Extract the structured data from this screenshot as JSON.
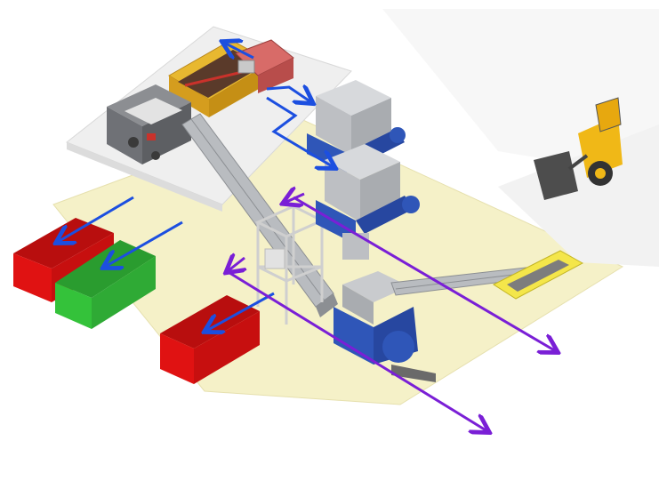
{
  "diagram": {
    "kind": "isometric recycling plant flow",
    "components": [
      {
        "name": "feed-hopper-truck",
        "color": "#e8b830"
      },
      {
        "name": "primary-sorter",
        "color": "#6f7176"
      },
      {
        "name": "inclined-conveyor",
        "color": "#a9acb0"
      },
      {
        "name": "twin-shaft-shredder-upper",
        "color": "#2f56b8"
      },
      {
        "name": "twin-shaft-shredder-lower",
        "color": "#2f56b8"
      },
      {
        "name": "granulator",
        "color": "#2f56b8"
      },
      {
        "name": "outfeed-conveyor",
        "color": "#a9acb0"
      },
      {
        "name": "pit-feeder",
        "color": "#f4e64a"
      },
      {
        "name": "wheel-loader",
        "color": "#f0b817"
      },
      {
        "name": "container-red-left",
        "color": "#e01212"
      },
      {
        "name": "container-green",
        "color": "#34c23a"
      },
      {
        "name": "container-red-bottom",
        "color": "#e01212"
      }
    ],
    "flow_colors": {
      "material": "#1c4fe0",
      "output": "#7a1fd6"
    },
    "floor_color": "#f5f1c8",
    "platform_color": "#efefef"
  }
}
